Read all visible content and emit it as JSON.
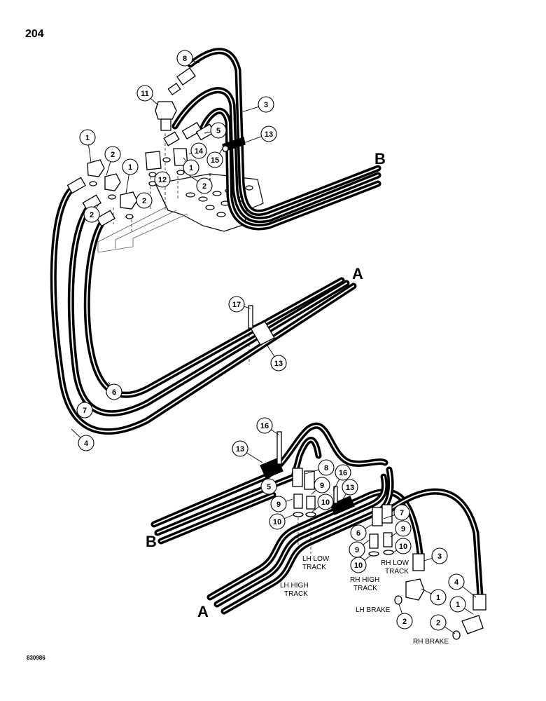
{
  "page_number": "204",
  "figure_code": "830986",
  "colors": {
    "hose": "#000000",
    "outline": "#000000",
    "background": "#ffffff",
    "hidden_line": "#555555"
  },
  "connection_letters": {
    "a": "A",
    "b": "B"
  },
  "callouts": {
    "c1a": "1",
    "c1b": "1",
    "c1c": "1",
    "c1d": "1",
    "c1e": "1",
    "c2a": "2",
    "c2b": "2",
    "c2c": "2",
    "c2d": "2",
    "c2e": "2",
    "c2f": "2",
    "c3a": "3",
    "c3b": "3",
    "c4a": "4",
    "c4b": "4",
    "c5a": "5",
    "c5b": "5",
    "c6a": "6",
    "c6b": "6",
    "c7a": "7",
    "c7b": "7",
    "c8a": "8",
    "c8b": "8",
    "c9a": "9",
    "c9b": "9",
    "c9c": "9",
    "c9d": "9",
    "c10a": "10",
    "c10b": "10",
    "c10c": "10",
    "c10d": "10",
    "c11": "11",
    "c12": "12",
    "c13a": "13",
    "c13b": "13",
    "c13c": "13",
    "c13d": "13",
    "c14": "14",
    "c15": "15",
    "c16a": "16",
    "c16b": "16",
    "c17": "17"
  },
  "labels": {
    "lh_low_l1": "LH LOW",
    "lh_low_l2": "TRACK",
    "lh_high_l1": "LH HIGH",
    "lh_high_l2": "TRACK",
    "rh_high_l1": "RH HIGH",
    "rh_high_l2": "TRACK",
    "rh_low_l1": "RH LOW",
    "rh_low_l2": "TRACK",
    "lh_brake": "LH BRAKE",
    "rh_brake": "RH BRAKE"
  }
}
